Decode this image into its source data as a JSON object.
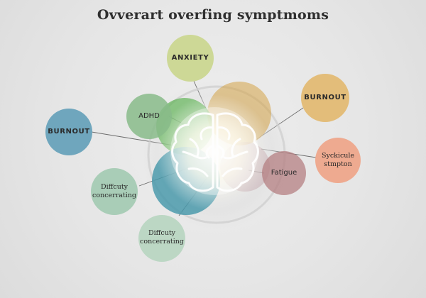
{
  "title": "Ovverart overfing symptmoms",
  "nodes": {
    "anxiety": {
      "label": "ANXIETY",
      "color": "#cdd896"
    },
    "burnout_right": {
      "label": "BURNOUT",
      "color": "#e3bd7a"
    },
    "burnout_left": {
      "label": "BURNOUT",
      "color": "#6fa6bd"
    },
    "adhd": {
      "label": "ADHD",
      "color": "#88bb8a"
    },
    "sycicule": {
      "label": "Syckicule stmpton",
      "color": "#eeaa90"
    },
    "fatigue": {
      "label": "Fatigue",
      "color": "#b47f82"
    },
    "difficulty_left": {
      "label": "Diffcuty concerrating",
      "color": "#a9cdb7"
    },
    "difficulty_bottom": {
      "label": "Diffcuty concerrating",
      "color": "#bcd7c4"
    }
  },
  "center": {
    "icon": "brain-icon",
    "colors": {
      "green": "#58b04d",
      "teal": "#3d93a6",
      "amber": "#d4a345",
      "maroon": "#a4707a"
    }
  }
}
